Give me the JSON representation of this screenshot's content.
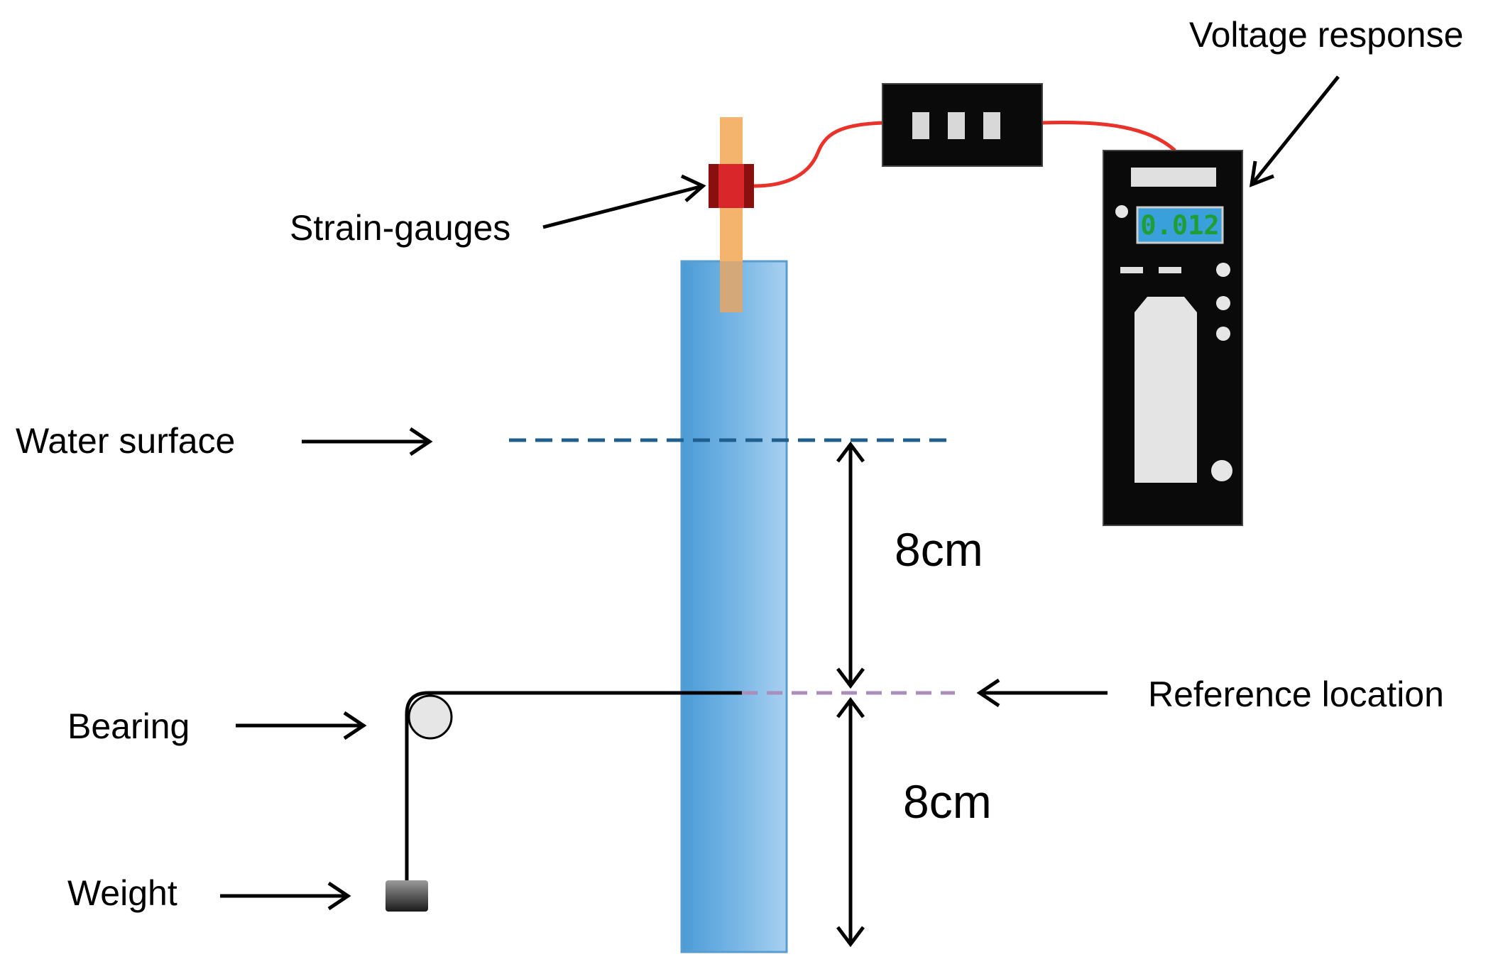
{
  "labels": {
    "voltage_response": "Voltage response",
    "strain_gauges": "Strain-gauges",
    "water_surface": "Water surface",
    "reference_location": "Reference location",
    "bearing": "Bearing",
    "weight": "Weight",
    "upper_distance": "8cm",
    "lower_distance": "8cm"
  },
  "meter": {
    "reading": "0.012"
  },
  "colors": {
    "column": "#5aa5dc",
    "rod": "#f5b46e",
    "gauge": "#d9262b",
    "wire": "#e8322a",
    "water_line": "#1f5f8f",
    "reference_line": "#a98dbb",
    "device": "#0a0a0a",
    "display": "#3aa0dc",
    "display_text": "#1f9e35"
  }
}
